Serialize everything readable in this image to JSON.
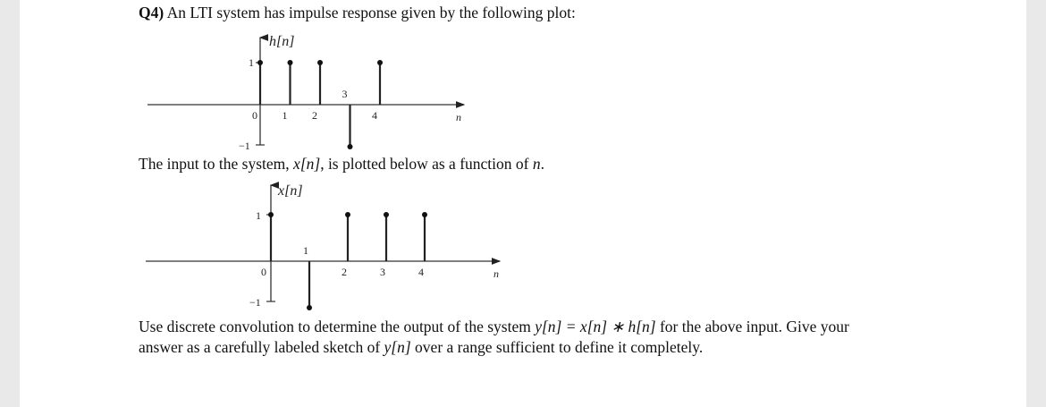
{
  "question": {
    "number": "Q4)",
    "intro": "An LTI system has impulse response given by the following plot:"
  },
  "plot_h": {
    "ylabel": "h[n]",
    "xlabel": "n",
    "y_ticks": [
      "1",
      "0",
      "−1"
    ],
    "samples": [
      {
        "n": 0,
        "value": 1,
        "label": ""
      },
      {
        "n": 1,
        "value": 1,
        "label": "1"
      },
      {
        "n": 2,
        "value": 1,
        "label": "2"
      },
      {
        "n": 3,
        "value": -1,
        "label": "3"
      },
      {
        "n": 4,
        "value": 1,
        "label": "4"
      }
    ]
  },
  "input_text": {
    "part1": "The input to the system, ",
    "symbol": "x[n]",
    "part2": ", is plotted below as a function of ",
    "var": "n",
    "part3": "."
  },
  "plot_x": {
    "ylabel": "x[n]",
    "xlabel": "n",
    "y_ticks": [
      "1",
      "0",
      "−1"
    ],
    "samples": [
      {
        "n": 0,
        "value": 1,
        "label": ""
      },
      {
        "n": 1,
        "value": -1,
        "label": "1"
      },
      {
        "n": 2,
        "value": 1,
        "label": "2"
      },
      {
        "n": 3,
        "value": 1,
        "label": "3"
      },
      {
        "n": 4,
        "value": 1,
        "label": "4"
      }
    ]
  },
  "final_text": {
    "line1a": "Use discrete convolution to determine the output of the system ",
    "equation": "y[n] = x[n] ∗ h[n]",
    "line1b": " for the above input. Give your",
    "line2a": "answer as a carefully labeled sketch of ",
    "symbol": "y[n]",
    "line2b": " over a range sufficient to define it completely."
  }
}
